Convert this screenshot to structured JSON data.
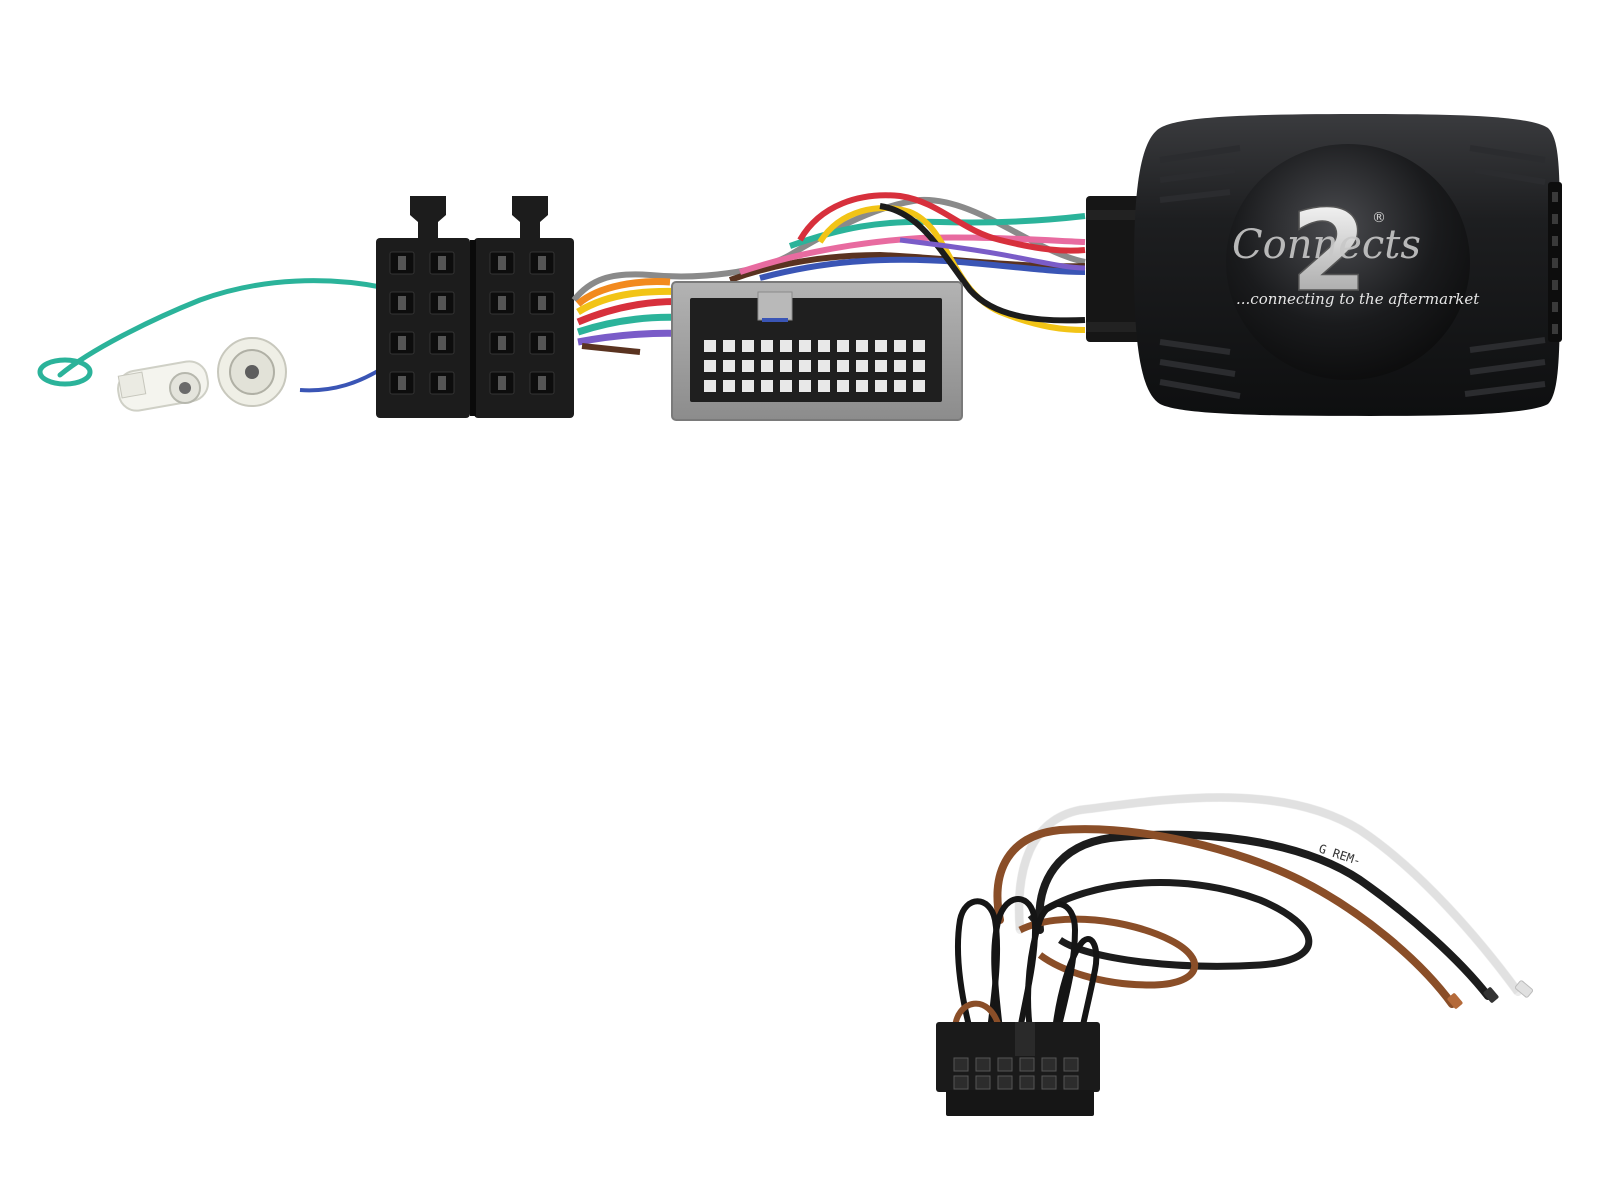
{
  "product": {
    "brand_script": "Connects",
    "brand_numeral": "2",
    "registered_mark": "®",
    "tagline": "...connecting to the aftermarket",
    "wire_print": "G REM-",
    "module_color": "#17181a"
  },
  "colors": {
    "wire_green": "#2bb39a",
    "wire_blue": "#3a55b5",
    "wire_yellow": "#f2c416",
    "wire_orange": "#f28a1e",
    "wire_red": "#d7303c",
    "wire_brown": "#5a3320",
    "wire_pink": "#e86ba0",
    "wire_violet": "#7a5cc8",
    "wire_grey": "#8a8a8a",
    "wire_white": "#f4f4f4",
    "wire_tan": "#8a4e28",
    "connector_black": "#1c1c1c",
    "connector_grey": "#9a9a9a"
  }
}
